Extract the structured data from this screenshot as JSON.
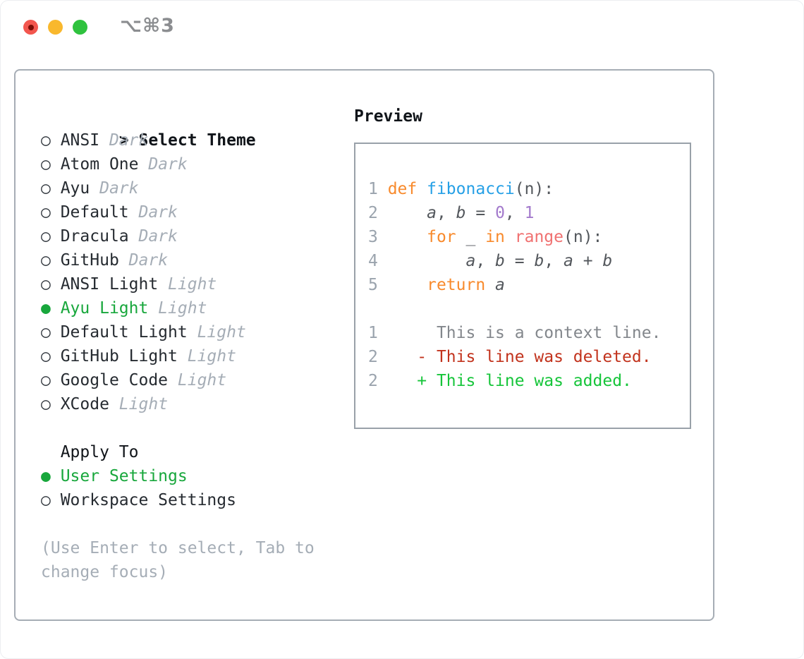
{
  "window": {
    "shortcut": "⌥⌘3",
    "traffic_lights": [
      {
        "name": "close",
        "color": "#f2564e",
        "has_dot": true,
        "dot_color": "#7b0d06"
      },
      {
        "name": "minimize",
        "color": "#f9b82d",
        "has_dot": false
      },
      {
        "name": "zoom",
        "color": "#2fc23e",
        "has_dot": false
      }
    ]
  },
  "icons": {
    "bullet_selected": "●",
    "bullet_unselected": "○",
    "focus_caret": ">"
  },
  "theme_panel": {
    "title_prefix": "> ",
    "title": "Select Theme",
    "themes": [
      {
        "name": "ANSI",
        "variant": "Dark",
        "selected": false
      },
      {
        "name": "Atom One",
        "variant": "Dark",
        "selected": false
      },
      {
        "name": "Ayu",
        "variant": "Dark",
        "selected": false
      },
      {
        "name": "Default",
        "variant": "Dark",
        "selected": false
      },
      {
        "name": "Dracula",
        "variant": "Dark",
        "selected": false
      },
      {
        "name": "GitHub",
        "variant": "Dark",
        "selected": false
      },
      {
        "name": "ANSI Light",
        "variant": "Light",
        "selected": false
      },
      {
        "name": "Ayu Light",
        "variant": "Light",
        "selected": true
      },
      {
        "name": "Default Light",
        "variant": "Light",
        "selected": false
      },
      {
        "name": "GitHub Light",
        "variant": "Light",
        "selected": false
      },
      {
        "name": "Google Code",
        "variant": "Light",
        "selected": false
      },
      {
        "name": "XCode",
        "variant": "Light",
        "selected": false
      }
    ],
    "apply_to": {
      "title": "Apply To",
      "options": [
        {
          "label": "User Settings",
          "selected": true
        },
        {
          "label": "Workspace Settings",
          "selected": false
        }
      ]
    },
    "hint": "(Use Enter to select, Tab to change focus)"
  },
  "preview_panel": {
    "title": "Preview",
    "code_lines": [
      {
        "num": "1",
        "tokens": [
          [
            "kw",
            "def"
          ],
          [
            "plain",
            " "
          ],
          [
            "fn",
            "fibonacci"
          ],
          [
            "plain",
            "(n):"
          ]
        ]
      },
      {
        "num": "2",
        "tokens": [
          [
            "plain",
            "    "
          ],
          [
            "var",
            "a"
          ],
          [
            "plain",
            ", "
          ],
          [
            "var",
            "b"
          ],
          [
            "plain",
            " = "
          ],
          [
            "num",
            "0"
          ],
          [
            "plain",
            ", "
          ],
          [
            "num",
            "1"
          ]
        ]
      },
      {
        "num": "3",
        "tokens": [
          [
            "plain",
            "    "
          ],
          [
            "kw",
            "for"
          ],
          [
            "plain",
            " _ "
          ],
          [
            "kw",
            "in"
          ],
          [
            "plain",
            " "
          ],
          [
            "special",
            "range"
          ],
          [
            "plain",
            "(n):"
          ]
        ]
      },
      {
        "num": "4",
        "tokens": [
          [
            "plain",
            "        "
          ],
          [
            "var",
            "a"
          ],
          [
            "plain",
            ", "
          ],
          [
            "var",
            "b"
          ],
          [
            "plain",
            " = "
          ],
          [
            "var",
            "b"
          ],
          [
            "plain",
            ", "
          ],
          [
            "var",
            "a"
          ],
          [
            "plain",
            " + "
          ],
          [
            "var",
            "b"
          ]
        ]
      },
      {
        "num": "5",
        "tokens": [
          [
            "plain",
            "    "
          ],
          [
            "kw",
            "return"
          ],
          [
            "plain",
            " "
          ],
          [
            "var",
            "a"
          ]
        ]
      }
    ],
    "diff_lines": [
      {
        "num": "1",
        "marker": " ",
        "text": "This is a context line.",
        "type": "context"
      },
      {
        "num": "2",
        "marker": "-",
        "text": "This line was deleted.",
        "type": "deleted"
      },
      {
        "num": "2",
        "marker": "+",
        "text": "This line was added.",
        "type": "added"
      }
    ]
  },
  "colors": {
    "accent_green": "#18a73c",
    "added_green": "#16c53a",
    "deleted_red": "#c2331d",
    "keyword_orange": "#f88a2c",
    "function_blue": "#26a0e6",
    "builtin_coral": "#f07171",
    "number_purple": "#a37acc",
    "muted_gray": "#a5adb6",
    "code_text": "#53575c",
    "border_gray": "#a6adb5"
  }
}
